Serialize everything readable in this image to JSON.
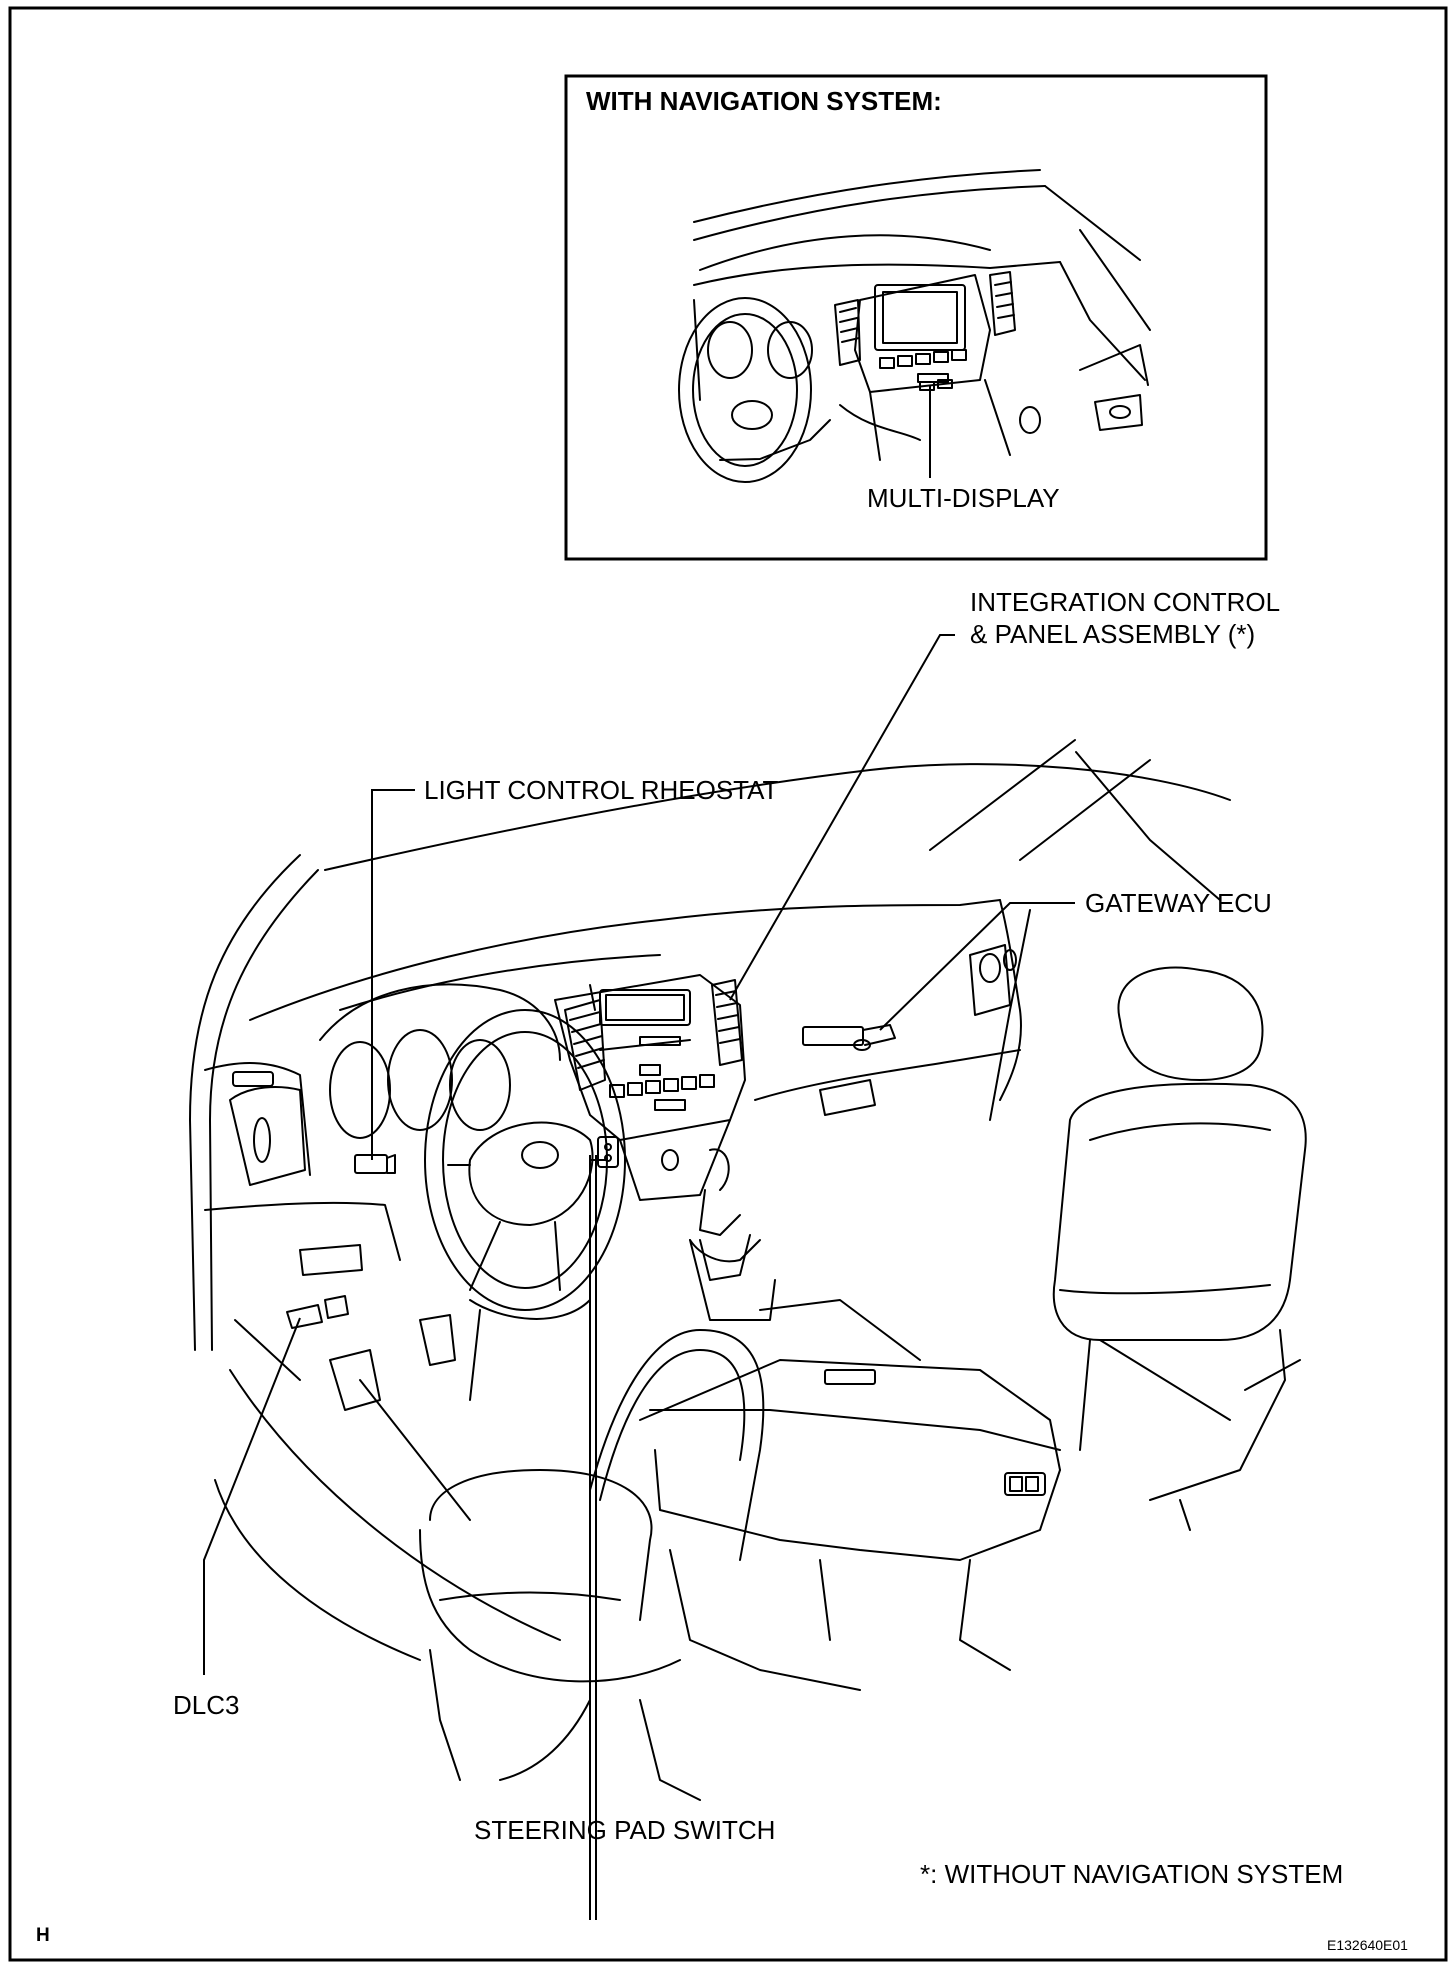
{
  "inset": {
    "title": "WITH NAVIGATION SYSTEM:",
    "label_multi_display": "MULTI-DISPLAY"
  },
  "labels": {
    "integration_control_line1": "INTEGRATION CONTROL",
    "integration_control_line2": "& PANEL ASSEMBLY (*)",
    "light_control_rheostat": "LIGHT CONTROL RHEOSTAT",
    "gateway_ecu": "GATEWAY ECU",
    "dlc3": "DLC3",
    "steering_pad_switch": "STEERING PAD SWITCH"
  },
  "footnote": "*: WITHOUT NAVIGATION SYSTEM",
  "corner_letter": "H",
  "figure_id": "E132640E01",
  "colors": {
    "ink": "#000000",
    "paper": "#ffffff"
  }
}
